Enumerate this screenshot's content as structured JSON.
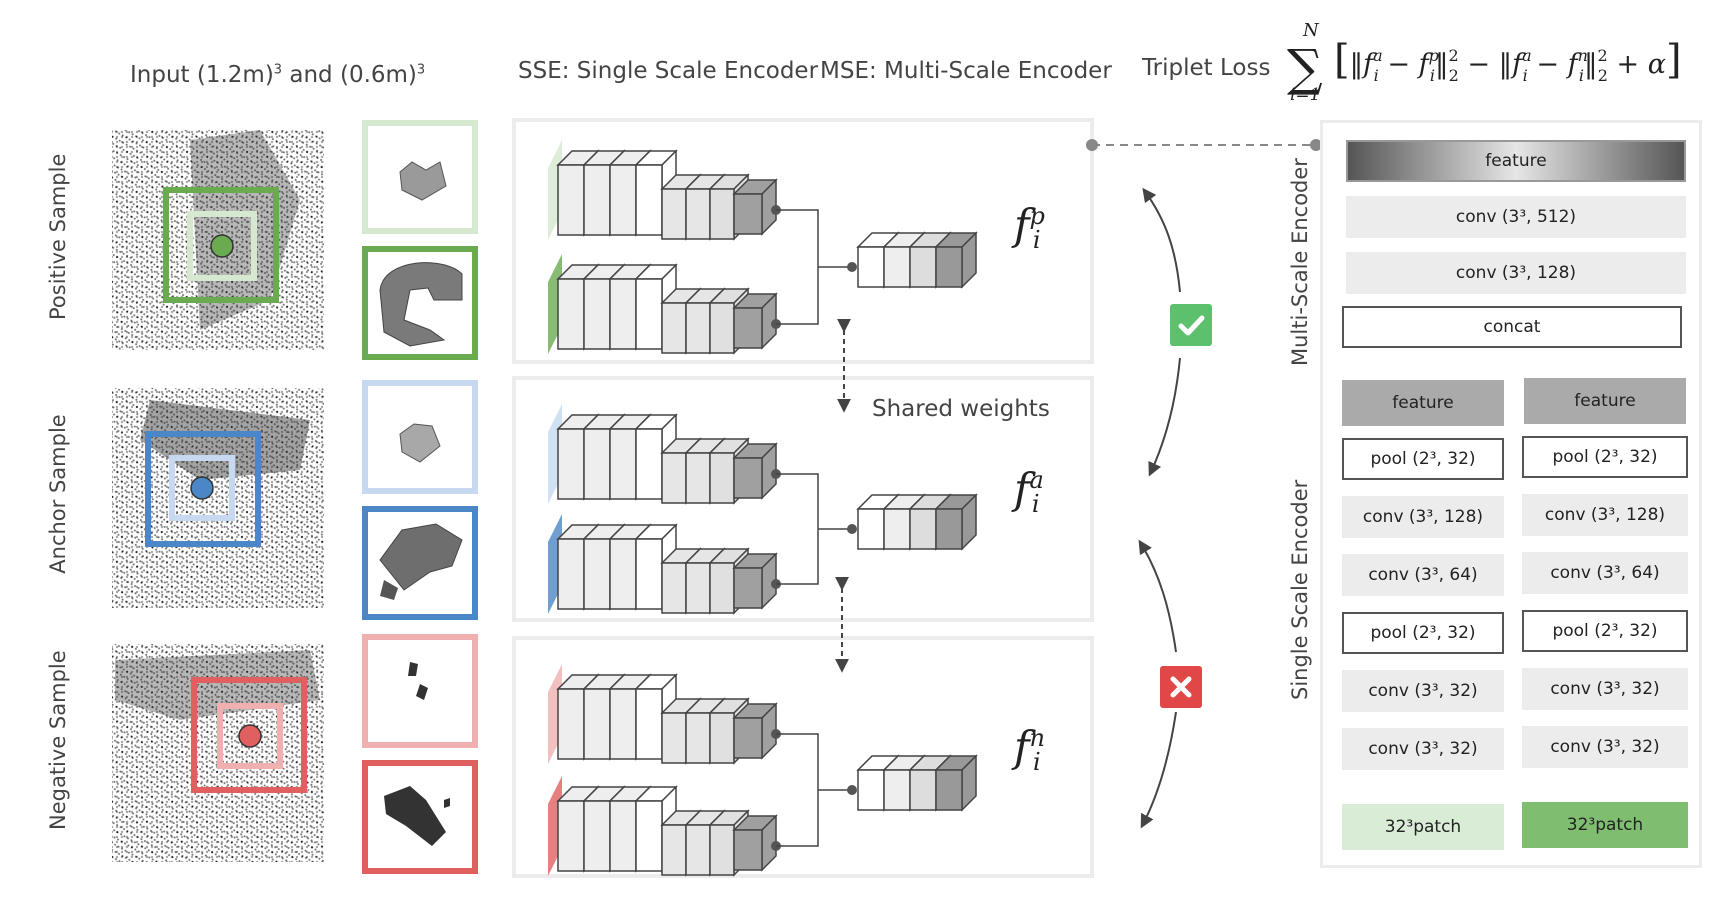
{
  "headers": {
    "input_prefix": "Input (1.2m)",
    "input_mid": " and (0.6m)",
    "input_exp": "3",
    "sse": "SSE: Single Scale Encoder",
    "mse": "MSE: Multi-Scale Encoder",
    "triplet": "Triplet Loss"
  },
  "formula": {
    "sum_top": "N",
    "sum_bottom": "i=1"
  },
  "rows": [
    {
      "label": "Positive Sample",
      "color": "#6aaa50",
      "light": "#d6e8cf",
      "feature": "f",
      "sup": "p",
      "sub": "i"
    },
    {
      "label": "Anchor Sample",
      "color": "#4b86c6",
      "light": "#c6d9f1",
      "feature": "f",
      "sup": "a",
      "sub": "i"
    },
    {
      "label": "Negative Sample",
      "color": "#e06060",
      "light": "#f0b0b0",
      "feature": "f",
      "sup": "n",
      "sub": "i"
    }
  ],
  "shared_weights": "Shared weights",
  "badges": {
    "match_color": "#5cc06c",
    "mismatch_color": "#e04848",
    "match_icon": "check-icon",
    "mismatch_icon": "cross-icon"
  },
  "mse_column": {
    "title": "Multi-Scale Encoder",
    "layers": [
      "feature",
      "conv (3³, 512)",
      "conv (3³, 128)",
      "concat"
    ]
  },
  "sse_column": {
    "title": "Single Scale Encoder",
    "layers": [
      "feature",
      "pool (2³, 32)",
      "conv (3³, 128)",
      "conv (3³, 64)",
      "pool (2³, 32)",
      "conv (3³, 32)",
      "conv (3³, 32)",
      "32³patch"
    ]
  }
}
